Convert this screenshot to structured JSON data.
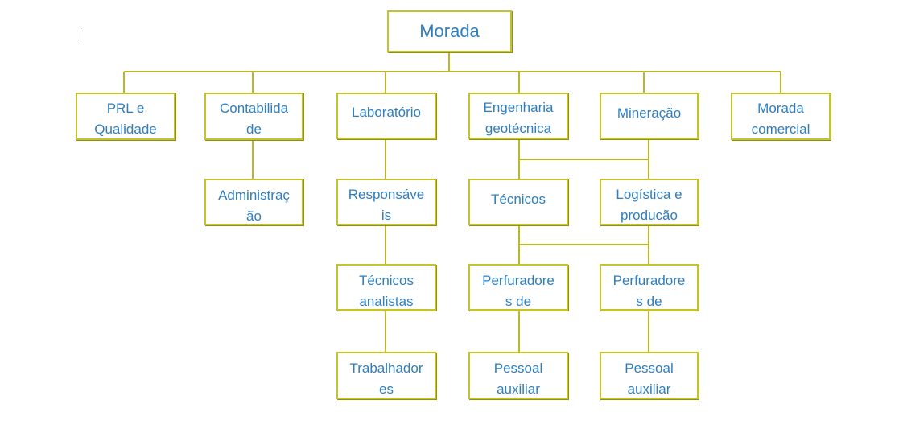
{
  "colors": {
    "border": "#c4c42a",
    "text": "#2f7fbf",
    "connector": "#b8b82a"
  },
  "nodes": {
    "root": {
      "lines": [
        "Morada"
      ]
    },
    "prl": {
      "lines": [
        "PRL e",
        "Qualidade"
      ]
    },
    "contabilidade": {
      "lines": [
        "Contabilida",
        "de"
      ]
    },
    "laboratorio": {
      "lines": [
        "Laboratório"
      ]
    },
    "engenharia": {
      "lines": [
        "Engenharia",
        "geotécnica"
      ]
    },
    "mineracao": {
      "lines": [
        "Mineração"
      ]
    },
    "morada_comercial": {
      "lines": [
        "Morada",
        "comercial"
      ]
    },
    "administracao": {
      "lines": [
        "Administraç",
        "ão"
      ]
    },
    "responsaveis": {
      "lines": [
        "Responsáve",
        "is"
      ]
    },
    "tecnicos_analistas": {
      "lines": [
        "Técnicos",
        "analistas"
      ]
    },
    "trabalhadores": {
      "lines": [
        "Trabalhador",
        "es"
      ]
    },
    "tecnicos": {
      "lines": [
        "Técnicos"
      ]
    },
    "logistica": {
      "lines": [
        "Logística e",
        "producão"
      ]
    },
    "perfuradores_1": {
      "lines": [
        "Perfuradore",
        "s de"
      ]
    },
    "perfuradores_2": {
      "lines": [
        "Perfuradore",
        "s de"
      ]
    },
    "pessoal_auxiliar_1": {
      "lines": [
        "Pessoal",
        "auxiliar"
      ]
    },
    "pessoal_auxiliar_2": {
      "lines": [
        "Pessoal",
        "auxiliar"
      ]
    }
  }
}
